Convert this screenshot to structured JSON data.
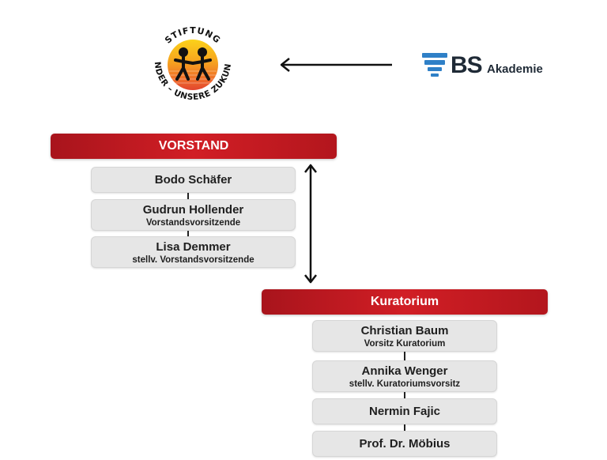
{
  "logo": {
    "arc_top": "STIFTUNG",
    "arc_bottom": "KINDER – UNSERE ZUKUNFT",
    "icon": "children-holding-hands-icon"
  },
  "partner": {
    "brand": "BS",
    "sub": "Akademie",
    "icon": "bs-stacked-bars-icon"
  },
  "vorstand": {
    "title": "VORSTAND",
    "members": [
      {
        "name": "Bodo Schäfer",
        "role": ""
      },
      {
        "name": "Gudrun Hollender",
        "role": "Vorstandsvorsitzende"
      },
      {
        "name": "Lisa Demmer",
        "role": "stellv. Vorstandsvorsitzende"
      }
    ]
  },
  "kuratorium": {
    "title": "Kuratorium",
    "members": [
      {
        "name": "Christian Baum",
        "role": "Vorsitz Kuratorium"
      },
      {
        "name": "Annika Wenger",
        "role": "stellv. Kuratoriumsvorsitz"
      },
      {
        "name": "Nermin Fajic",
        "role": ""
      },
      {
        "name": "Prof. Dr. Möbius",
        "role": ""
      }
    ]
  },
  "colors": {
    "header_red": "#c81b22",
    "box_gray": "#e6e6e6",
    "brand_navy": "#1f2a36",
    "brand_blue": "#2f80c7"
  }
}
